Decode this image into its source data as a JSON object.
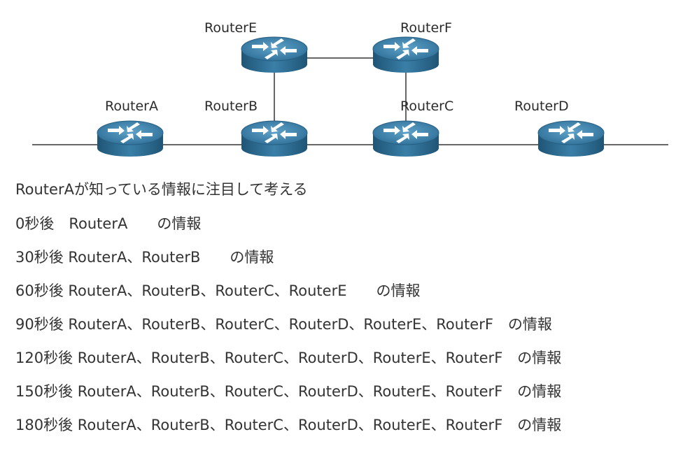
{
  "diagram": {
    "routers": {
      "A": "RouterA",
      "B": "RouterB",
      "C": "RouterC",
      "D": "RouterD",
      "E": "RouterE",
      "F": "RouterF"
    }
  },
  "text": {
    "heading": "RouterAが知っている情報に注目して考える",
    "lines": [
      "0秒後　RouterA　　の情報",
      "30秒後 RouterA、RouterB　　の情報",
      "60秒後 RouterA、RouterB、RouterC、RouterE　　の情報",
      "90秒後 RouterA、RouterB、RouterC、RouterD、RouterE、RouterF　の情報",
      "120秒後 RouterA、RouterB、RouterC、RouterD、RouterE、RouterF　の情報",
      "150秒後 RouterA、RouterB、RouterC、RouterD、RouterE、RouterF　の情報",
      "180秒後 RouterA、RouterB、RouterC、RouterD、RouterE、RouterF　の情報"
    ]
  },
  "colors": {
    "router_body": "#2f6f96",
    "router_top": "#4a8fb8",
    "link": "#333333"
  }
}
